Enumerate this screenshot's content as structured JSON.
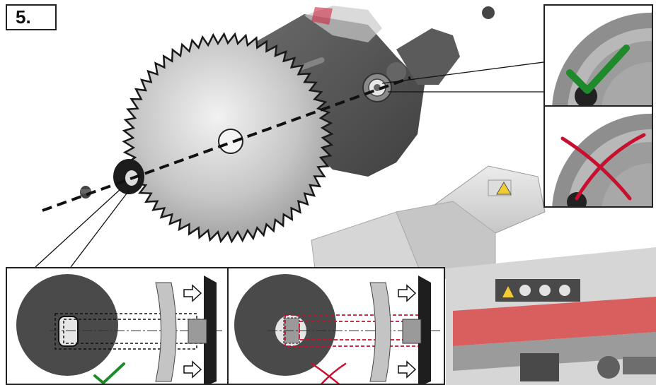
{
  "step": {
    "number": "5."
  },
  "callouts": [
    {
      "id": "flange-orientation-correct",
      "status": "correct",
      "mark": "check",
      "color": "#1f8a2c"
    },
    {
      "id": "flange-orientation-wrong",
      "status": "incorrect",
      "mark": "cross",
      "color": "#c8102e"
    },
    {
      "id": "flange-fit-correct",
      "status": "correct",
      "mark": "check",
      "color": "#1f8a2c"
    },
    {
      "id": "flange-fit-wrong",
      "status": "incorrect",
      "mark": "cross",
      "color": "#c8102e"
    }
  ],
  "colors": {
    "saw_body": "#3a3a3a",
    "blade": "#c9c9c9",
    "accent_red": "#c8102e",
    "warning_yellow": "#f2c40f"
  }
}
